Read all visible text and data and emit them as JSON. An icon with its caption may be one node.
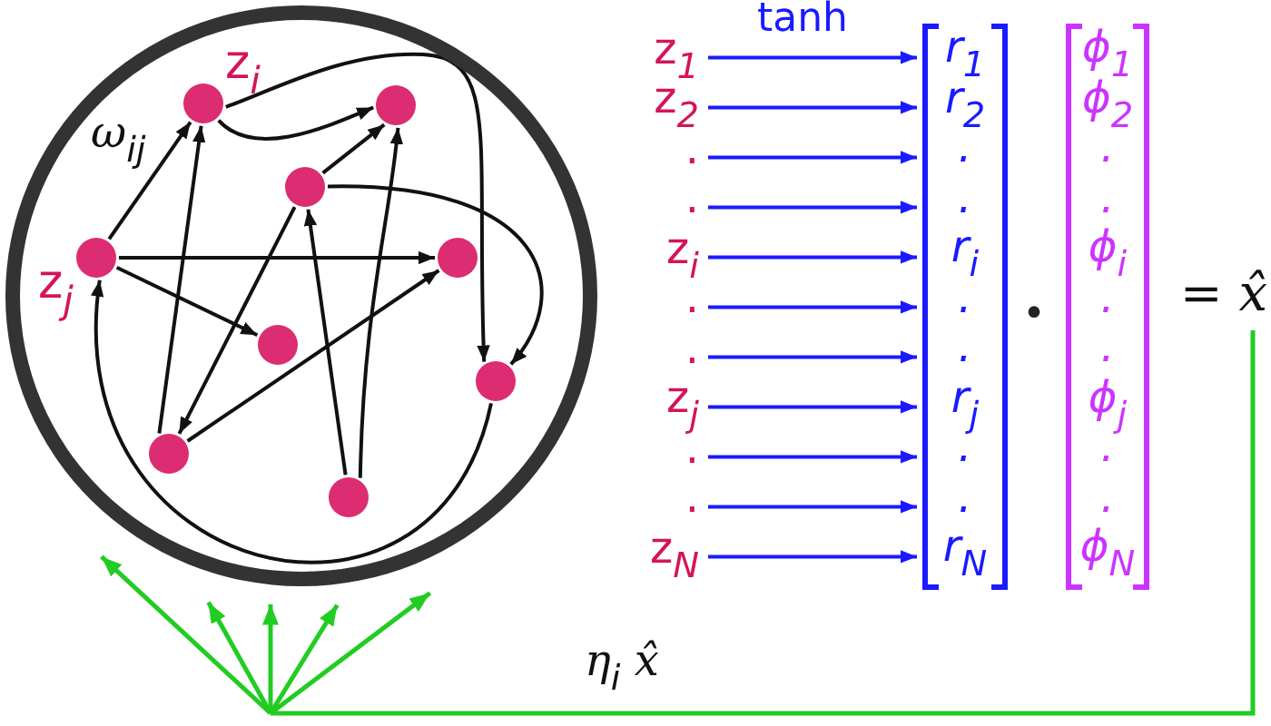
{
  "diagram": {
    "nodes": [
      {
        "text": [],
        "shape": "circle"
      },
      {
        "text": [],
        "shape": "circle",
        "in": 0,
        "beside": [
          "z$_{i}$"
        ]
      },
      {
        "text": [],
        "shape": "circle",
        "in": 0
      },
      {
        "text": [],
        "shape": "circle",
        "in": 0
      },
      {
        "text": [],
        "shape": "circle",
        "in": 0,
        "beside": [
          "z$_{j}$"
        ]
      },
      {
        "text": [],
        "shape": "circle",
        "in": 0
      },
      {
        "text": [],
        "shape": "circle",
        "in": 0
      },
      {
        "text": [],
        "shape": "circle",
        "in": 0
      },
      {
        "text": [],
        "shape": "circle",
        "in": 0
      },
      {
        "text": [],
        "shape": "circle",
        "in": 0
      },
      {
        "text": [
          "z$_{1}$"
        ]
      },
      {
        "text": [
          "z$_{2}$"
        ]
      },
      {
        "text": [
          "."
        ]
      },
      {
        "text": [
          "."
        ]
      },
      {
        "text": [
          "z$_{i}$"
        ]
      },
      {
        "text": [
          "."
        ]
      },
      {
        "text": [
          "."
        ]
      },
      {
        "text": [
          "z$_{j}$"
        ]
      },
      {
        "text": [
          "."
        ]
      },
      {
        "text": [
          "."
        ]
      },
      {
        "text": [
          "z$_{N}$"
        ]
      },
      {
        "text": [
          "r$_{1}$",
          "r$_{2}$",
          ".",
          ".",
          "r$_{i}$",
          ".",
          ".",
          "r$_{j}$",
          ".",
          ".",
          "r$_{N}$"
        ]
      },
      {
        "text": [
          "ϕ$_{1}$",
          "ϕ$_{2}$",
          ".",
          ".",
          "ϕ$_{i}$",
          ".",
          ".",
          "ϕ$_{j}$",
          ".",
          ".",
          "ϕ$_{N}$"
        ]
      },
      {
        "text": [
          "= *x̂*"
        ]
      }
    ],
    "edges": [
      {
        "from": 1,
        "to": 2,
        "arrow": "to"
      },
      {
        "from": 1,
        "to": 7,
        "arrow": "to"
      },
      {
        "from": 3,
        "to": 2,
        "arrow": "to"
      },
      {
        "from": 3,
        "to": 8,
        "arrow": "to"
      },
      {
        "from": 3,
        "to": 7,
        "arrow": "to"
      },
      {
        "from": 4,
        "to": 1,
        "arrow": "to",
        "label": "ω$_{ij}$"
      },
      {
        "from": 4,
        "to": 5,
        "arrow": "to"
      },
      {
        "from": 4,
        "to": 6,
        "arrow": "to"
      },
      {
        "from": 7,
        "to": 4,
        "arrow": "to"
      },
      {
        "from": 8,
        "to": 1,
        "arrow": "to"
      },
      {
        "from": 8,
        "to": 5,
        "arrow": "to"
      },
      {
        "from": 9,
        "to": 2,
        "arrow": "to"
      },
      {
        "from": 9,
        "to": 3,
        "arrow": "to"
      },
      {
        "from": 10,
        "to": 21,
        "arrow": "to",
        "label": "tanh",
        "color": "#1a1aff"
      },
      {
        "from": 11,
        "to": 21,
        "arrow": "to",
        "color": "#1a1aff"
      },
      {
        "from": 12,
        "to": 21,
        "arrow": "to",
        "color": "#1a1aff"
      },
      {
        "from": 13,
        "to": 21,
        "arrow": "to",
        "color": "#1a1aff"
      },
      {
        "from": 14,
        "to": 21,
        "arrow": "to",
        "color": "#1a1aff"
      },
      {
        "from": 15,
        "to": 21,
        "arrow": "to",
        "color": "#1a1aff"
      },
      {
        "from": 16,
        "to": 21,
        "arrow": "to",
        "color": "#1a1aff"
      },
      {
        "from": 17,
        "to": 21,
        "arrow": "to",
        "color": "#1a1aff"
      },
      {
        "from": 18,
        "to": 21,
        "arrow": "to",
        "color": "#1a1aff"
      },
      {
        "from": 19,
        "to": 21,
        "arrow": "to",
        "color": "#1a1aff"
      },
      {
        "from": 20,
        "to": 21,
        "arrow": "to",
        "color": "#1a1aff"
      },
      {
        "from": 23,
        "to": 0,
        "arrow": "to",
        "label": "η$_{i}$ x̂",
        "color": "#22cc22"
      }
    ],
    "labels": [
      "•"
    ]
  }
}
